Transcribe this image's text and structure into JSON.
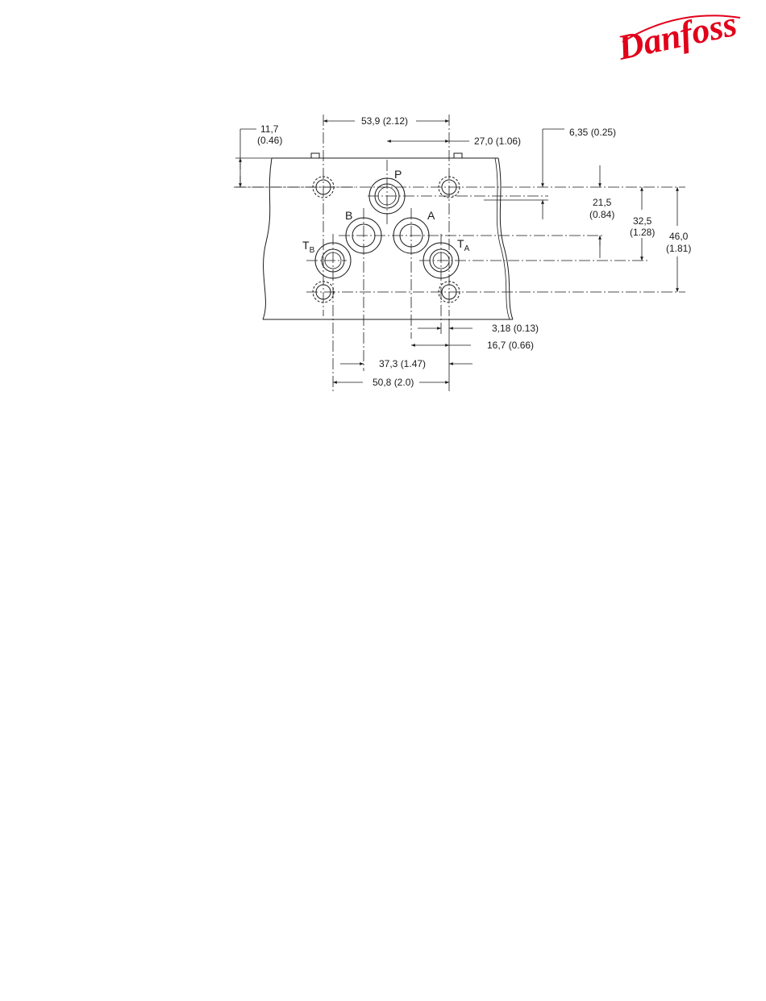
{
  "logo": {
    "text": "Danfoss",
    "color": "#e2001a"
  },
  "ports": {
    "p": "P",
    "a": "A",
    "b": "B",
    "ta_main": "T",
    "ta_sub": "A",
    "tb_main": "T",
    "tb_sub": "B"
  },
  "dimensions": {
    "d_53_9": "53,9 (2.12)",
    "d_27_0": "27,0 (1.06)",
    "d_6_35": "6,35 (0.25)",
    "d_11_7_mm": "11,7",
    "d_11_7_in": "(0.46)",
    "d_21_5_mm": "21,5",
    "d_21_5_in": "(0.84)",
    "d_32_5_mm": "32,5",
    "d_32_5_in": "(1.28)",
    "d_46_0_mm": "46,0",
    "d_46_0_in": "(1.81)",
    "d_3_18": "3,18 (0.13)",
    "d_16_7": "16,7 (0.66)",
    "d_37_3": "37,3 (1.47)",
    "d_50_8": "50,8 (2.0)"
  }
}
